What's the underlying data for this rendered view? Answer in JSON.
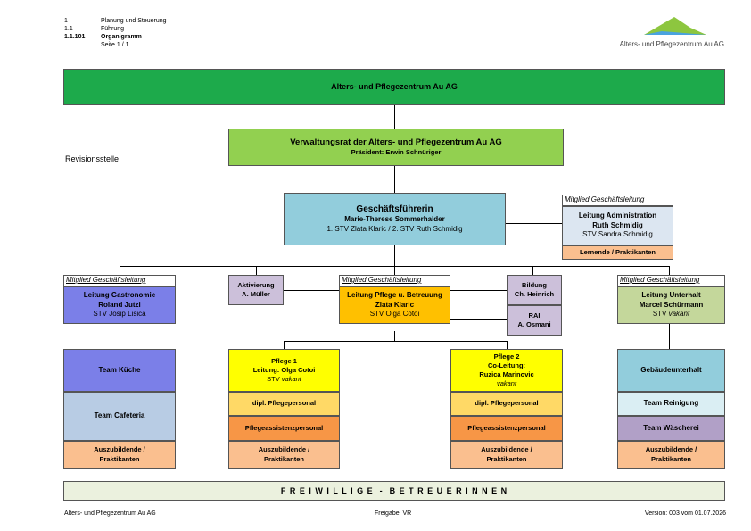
{
  "header": {
    "codes": [
      "1",
      "1.1",
      "1.1.101"
    ],
    "titles": [
      "Planung und Steuerung",
      "Führung",
      "Organigramm"
    ],
    "page": "Seite 1 / 1",
    "logo_text": "Alters- und Pflegezentrum Au AG"
  },
  "colors": {
    "dark_green": "#1daa4b",
    "light_green": "#92d050",
    "light_blue": "#92cddc",
    "lavender": "#ccc0da",
    "purple_blue": "#7b7fe8",
    "yellow": "#ffff00",
    "gold": "#ffc000",
    "light_yellow": "#ffd966",
    "orange": "#f79646",
    "peach": "#fabf8f",
    "blue_gray": "#b8cce4",
    "sage": "#c4d79b",
    "pale_blue": "#daeef3",
    "mint": "#ebf1de"
  },
  "org": {
    "top": "Alters- und Pflegezentrum Au AG",
    "board": {
      "title": "Verwaltungsrat der Alters- und Pflegezentrum Au AG",
      "president": "Präsident: Erwin Schnüriger"
    },
    "revision": "Revisionsstelle",
    "ceo": {
      "title": "Geschäftsführerin",
      "name": "Marie-Therese Sommerhalder",
      "deputies": "1. STV Zlata Klaric  / 2. STV Ruth Schmidig"
    },
    "admin": {
      "tag": "Mitglied Geschäftsleitung",
      "role": "Leitung Administration",
      "name": "Ruth Schmidig",
      "stv": "STV Sandra Schmidig",
      "sub": "Lernende / Praktikanten"
    },
    "gastro": {
      "tag": "Mitglied Geschäftsleitung",
      "role": "Leitung Gastronomie",
      "name": "Roland Jutzi",
      "stv": "STV Josip Lisica"
    },
    "aktivierung": {
      "title": "Aktivierung",
      "name": "A. Müller"
    },
    "pflege": {
      "tag": "Mitglied Geschäftsleitung",
      "role": "Leitung Pflege u. Betreuung",
      "name": "Zlata Klaric",
      "stv": "STV Olga Cotoi"
    },
    "bildung": {
      "title": "Bildung",
      "name": "Ch. Heinrich"
    },
    "rai": {
      "title": "RAI",
      "name": "A. Osmani"
    },
    "unterhalt": {
      "tag": "Mitglied Geschäftsleitung",
      "role": "Leitung Unterhalt",
      "name": "Marcel Schürmann",
      "stv_prefix": "STV ",
      "stv_value": "vakant"
    },
    "kueche": "Team Küche",
    "cafeteria": "Team Cafeteria",
    "azubi": "Auszubildende /",
    "azubi2": "Praktikanten",
    "pflege1": {
      "title": "Pflege 1",
      "lead": "Leitung: Olga Cotoi",
      "stv_prefix": "STV ",
      "stv_value": "vakant"
    },
    "pflege2": {
      "title": "Pflege 2",
      "lead_label": "Co-Leitung:",
      "lead": "Ruzica Marinovic",
      "stv": "vakant"
    },
    "dipl": "dipl. Pflegepersonal",
    "assist": "Pflegeassistenzpersonal",
    "gebaeude": "Gebäudeunterhalt",
    "reinigung": "Team Reinigung",
    "waescherei": "Team Wäscherei",
    "freiwillige": "F R E I W I L L I G E  -  B E T R E U E R I N N E N"
  },
  "footer": {
    "left": "Alters- und Pflegezentrum Au AG",
    "center": "Freigabe: VR",
    "right": "Version: 003 vom 01.07.2026"
  }
}
